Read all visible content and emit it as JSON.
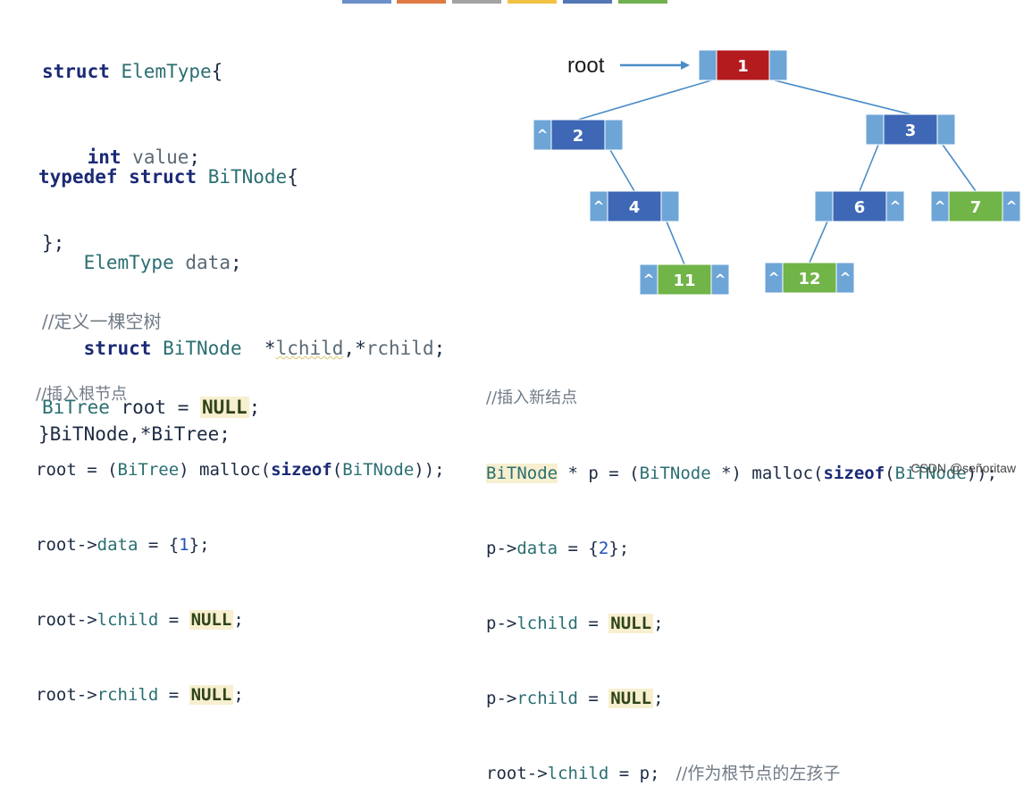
{
  "toolbar_strip": {
    "swatches": [
      "#6c8fc9",
      "#e07a45",
      "#a3a3a3",
      "#f2c244",
      "#5376b4",
      "#6fb04f"
    ]
  },
  "code_blocks": {
    "elemtype": {
      "l1": {
        "kw": "struct",
        "name": "ElemType",
        "brace": "{"
      },
      "l2": {
        "kw": "int",
        "name": "value",
        "end": ";"
      },
      "l3": "};"
    },
    "bitnode": {
      "l1": {
        "kw1": "typedef",
        "kw2": "struct",
        "name": "BiTNode",
        "brace": "{"
      },
      "l2": {
        "type": "ElemType",
        "name": "data",
        "end": ";"
      },
      "l3": {
        "kw": "struct",
        "type": "BiTNode",
        "sp": "  ",
        "p1": "*",
        "n1": "lchild",
        "comma": ",",
        "p2": "*",
        "n2": "rchild",
        "end": ";"
      },
      "l4": "}BiTNode,*BiTree;"
    },
    "empty_tree": {
      "comment": "//定义一棵空树",
      "type": "BiTree",
      "rest": " root = ",
      "null": "NULL",
      "end": ";"
    },
    "insert_root": {
      "comment": "//插入根节点",
      "l1": {
        "a": "root = (",
        "t": "BiTree",
        "b": ") malloc(",
        "kw": "sizeof",
        "c": "(",
        "t2": "BiTNode",
        "d": "));"
      },
      "l2": {
        "a": "root->",
        "f": "data",
        "b": " = {",
        "n": "1",
        "c": "};"
      },
      "l3": {
        "a": "root->",
        "f": "lchild",
        "b": " = ",
        "null": "NULL",
        "c": ";"
      },
      "l4": {
        "a": "root->",
        "f": "rchild",
        "b": " = ",
        "null": "NULL",
        "c": ";"
      }
    },
    "insert_new": {
      "comment": "//插入新结点",
      "l1": {
        "t": "BiTNode",
        "a": " * p = (",
        "t2": "BiTNode",
        "b": " *) malloc(",
        "kw": "sizeof",
        "c": "(",
        "t3": "BiTNode",
        "d": "));"
      },
      "l2": {
        "a": "p->",
        "f": "data",
        "b": " = {",
        "n": "2",
        "c": "};"
      },
      "l3": {
        "a": "p->",
        "f": "lchild",
        "b": " = ",
        "null": "NULL",
        "c": ";"
      },
      "l4": {
        "a": "p->",
        "f": "rchild",
        "b": " = ",
        "null": "NULL",
        "c": ";"
      },
      "l5": {
        "a": "root->",
        "f": "lchild",
        "b": " = p;",
        "cm": "   //作为根节点的左孩子"
      }
    }
  },
  "tree": {
    "root_label": "root",
    "null_symbol": "^",
    "colors": {
      "pointer": "#6ea5d7",
      "node_red": "#b31b1e",
      "node_blue": "#3e68b5",
      "node_green": "#71b448",
      "edge": "#4a8cc7"
    },
    "nodes": [
      {
        "id": "n1",
        "label": "1",
        "color": "red",
        "left_null": false,
        "right_null": false
      },
      {
        "id": "n2",
        "label": "2",
        "color": "blue",
        "left_null": true,
        "right_null": false
      },
      {
        "id": "n3",
        "label": "3",
        "color": "blue",
        "left_null": false,
        "right_null": false
      },
      {
        "id": "n4",
        "label": "4",
        "color": "blue",
        "left_null": true,
        "right_null": false
      },
      {
        "id": "n6",
        "label": "6",
        "color": "blue",
        "left_null": false,
        "right_null": true
      },
      {
        "id": "n7",
        "label": "7",
        "color": "green",
        "left_null": true,
        "right_null": true
      },
      {
        "id": "n11",
        "label": "11",
        "color": "green",
        "left_null": true,
        "right_null": true
      },
      {
        "id": "n12",
        "label": "12",
        "color": "green",
        "left_null": true,
        "right_null": true
      }
    ],
    "edges": [
      {
        "from": "n1",
        "to": "n2"
      },
      {
        "from": "n1",
        "to": "n3"
      },
      {
        "from": "n2",
        "to": "n4"
      },
      {
        "from": "n3",
        "to": "n6"
      },
      {
        "from": "n3",
        "to": "n7"
      },
      {
        "from": "n4",
        "to": "n11"
      },
      {
        "from": "n6",
        "to": "n12"
      }
    ]
  },
  "watermark": "CSDN @señoritaw"
}
